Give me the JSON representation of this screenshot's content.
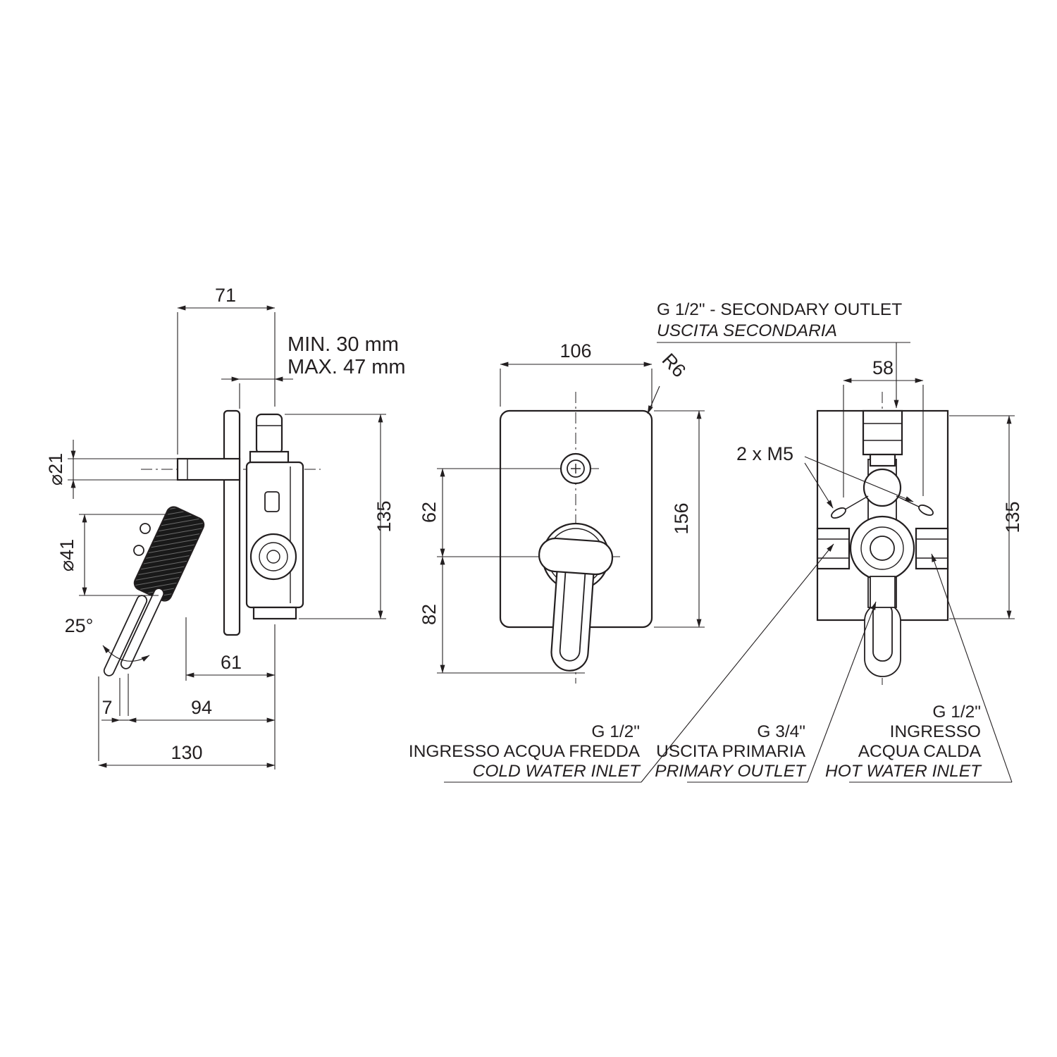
{
  "side_view": {
    "dim_71": "71",
    "min_depth": "MIN. 30 mm",
    "max_depth": "MAX. 47 mm",
    "dia_21": "⌀21",
    "dia_41": "⌀41",
    "angle_25": "25°",
    "dim_61": "61",
    "dim_7": "7",
    "dim_94": "94",
    "dim_130": "130",
    "dim_135": "135"
  },
  "front_view": {
    "dim_106": "106",
    "radius_r6": "R6",
    "dim_62": "62",
    "dim_82": "82",
    "dim_156": "156"
  },
  "rear_view": {
    "dim_58": "58",
    "screws": "2 x M5",
    "dim_135": "135"
  },
  "labels": {
    "secondary_outlet_en": "G 1/2\" - SECONDARY OUTLET",
    "secondary_outlet_it": "USCITA SECONDARIA",
    "cold_size": "G 1/2\"",
    "cold_it": "INGRESSO ACQUA FREDDA",
    "cold_en": "COLD WATER INLET",
    "primary_size": "G 3/4\"",
    "primary_it": "USCITA PRIMARIA",
    "primary_en": "PRIMARY OUTLET",
    "hot_size": "G 1/2\"",
    "hot_it_1": "INGRESSO",
    "hot_it_2": "ACQUA CALDA",
    "hot_en": "HOT WATER INLET"
  },
  "colors": {
    "line": "#231f20",
    "background": "#ffffff"
  }
}
